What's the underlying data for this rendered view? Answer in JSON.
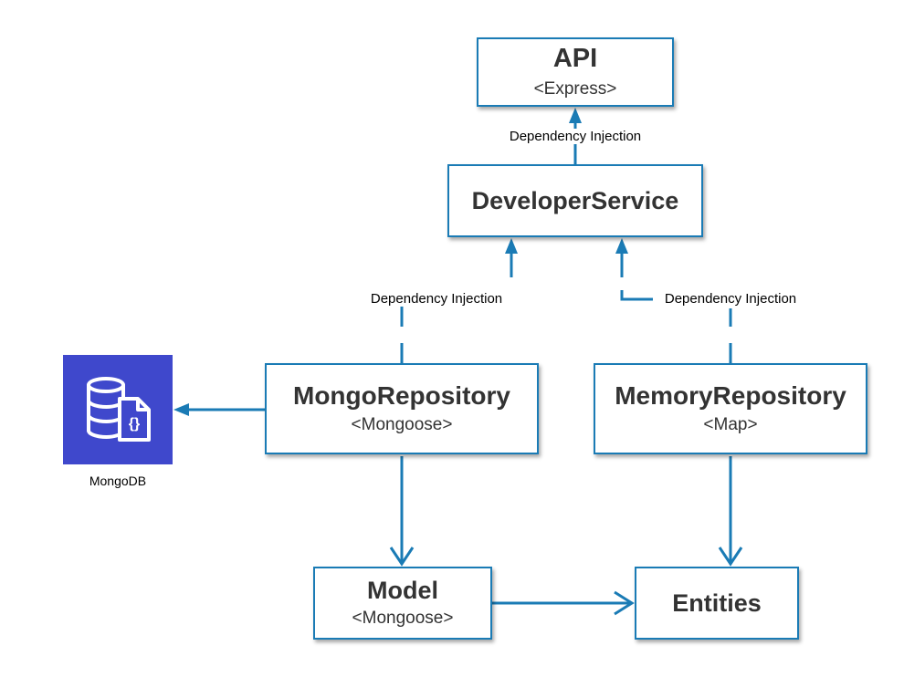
{
  "nodes": {
    "api": {
      "title": "API",
      "subtitle": "<Express>"
    },
    "developer_service": {
      "title": "DeveloperService"
    },
    "mongo_repository": {
      "title": "MongoRepository",
      "subtitle": "<Mongoose>"
    },
    "memory_repository": {
      "title": "MemoryRepository",
      "subtitle": "<Map>"
    },
    "model": {
      "title": "Model",
      "subtitle": "<Mongoose>"
    },
    "entities": {
      "title": "Entities"
    }
  },
  "mongodb": {
    "label": "MongoDB",
    "icon": "database-document-icon"
  },
  "edges": {
    "service_to_api": "Dependency Injection",
    "mongo_to_service": "Dependency Injection",
    "memory_to_service": "Dependency Injection"
  },
  "colors": {
    "line": "#1a7bb5",
    "tile": "#3f48cc",
    "text": "#333333"
  }
}
